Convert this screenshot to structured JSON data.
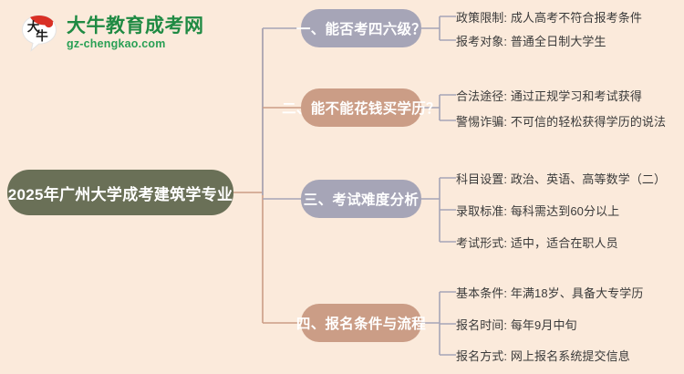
{
  "logo": {
    "mark_text": "大牛",
    "title": "大牛教育成考网",
    "subtitle": "gz-chengkao.com",
    "brand_green": "#1f8a43",
    "brand_red": "#d93025"
  },
  "mindmap": {
    "type": "mindmap",
    "background": "#fbeadb",
    "root": {
      "label": "2025年广州大学成考建筑学专业",
      "color": "#6a7057"
    },
    "branches": [
      {
        "label": "一、能否考四六级？",
        "color": "#a6a5b7",
        "children": [
          "政策限制: 成人高考不符合报考条件",
          "报考对象: 普通全日制大学生"
        ]
      },
      {
        "label": "二、能不能花钱买学历？",
        "color": "#cb9d86",
        "children": [
          "合法途径: 通过正规学习和考试获得",
          "警惕诈骗: 不可信的轻松获得学历的说法"
        ]
      },
      {
        "label": "三、考试难度分析",
        "color": "#a6a5b7",
        "children": [
          "科目设置: 政治、英语、高等数学（二）",
          "录取标准: 每科需达到60分以上",
          "考试形式: 适中，适合在职人员"
        ]
      },
      {
        "label": "四、报名条件与流程",
        "color": "#cb9d86",
        "children": [
          "基本条件: 年满18岁、具备大专学历",
          "报名时间: 每年9月中旬",
          "报名方式: 网上报名系统提交信息"
        ]
      }
    ]
  }
}
